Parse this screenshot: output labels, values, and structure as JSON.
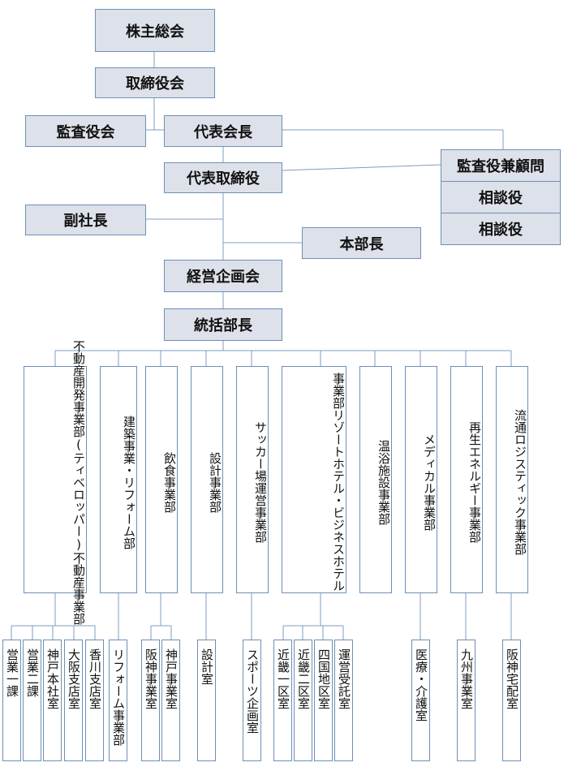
{
  "top": {
    "shareholders": "株主総会",
    "board": "取締役会",
    "auditors": "監査役会",
    "chairman": "代表会長",
    "ceo": "代表取締役",
    "vice_president": "副社長",
    "hq_manager": "本部長",
    "advisors": [
      "監査役兼顧問",
      "相談役",
      "相談役"
    ],
    "planning": "経営企画会",
    "general_manager": "統括部長"
  },
  "divisions": [
    {
      "name": "dev",
      "lines": [
        "不動産開発事業部(ティベロッパー)",
        "不動産事業部"
      ]
    },
    {
      "name": "construction",
      "lines": [
        "建築事業・リフォーム部"
      ]
    },
    {
      "name": "food",
      "lines": [
        "飲食事業部"
      ]
    },
    {
      "name": "design",
      "lines": [
        "設計事業部"
      ]
    },
    {
      "name": "soccer",
      "lines": [
        "サッカー場運営事業部"
      ]
    },
    {
      "name": "resort",
      "lines": [
        "事業部",
        "リゾートホテル・ビジネスホテル"
      ]
    },
    {
      "name": "spa",
      "lines": [
        "温浴施設事業部"
      ]
    },
    {
      "name": "medical",
      "lines": [
        "メディカル事業部"
      ]
    },
    {
      "name": "energy",
      "lines": [
        "再生エネルギー事業部"
      ]
    },
    {
      "name": "logistics",
      "lines": [
        "流通ロジスティック事業部"
      ]
    }
  ],
  "sub_units": {
    "dev": [
      "営業一課",
      "営業二課",
      "神戸本社室",
      "大阪支店室",
      "香川支店室"
    ],
    "construction": [
      "リフォーム事業部"
    ],
    "food": [
      "阪神事業室",
      "神戸事業室"
    ],
    "design": [
      "設計室"
    ],
    "soccer": [
      "スポーツ企画室"
    ],
    "resort": [
      "近畿一区室",
      "近畿二区室",
      "四国地区室",
      "運営受託室"
    ],
    "medical": [
      "医療・介護室"
    ],
    "energy": [
      "九州事業室"
    ],
    "logistics": [
      "阪神宅配室"
    ]
  }
}
